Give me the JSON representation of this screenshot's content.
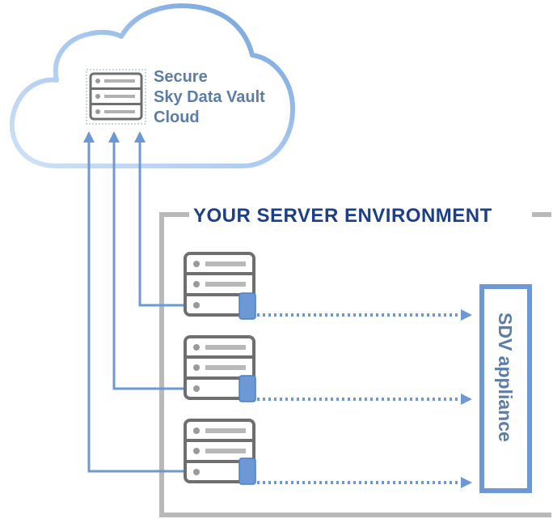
{
  "cloud": {
    "line1": "Secure",
    "line2": "Sky Data Vault",
    "line3": "Cloud"
  },
  "environment": {
    "title": "YOUR SERVER ENVIRONMENT"
  },
  "appliance": {
    "label": "SDV appliance"
  },
  "colors": {
    "accent": "#6d98d6",
    "cloud_stroke": "#8db4e6",
    "server_gray": "#6f6f6f",
    "frame_gray": "#b9b9b9",
    "title_blue": "#1c3f87",
    "label_blue": "#5b7da6"
  },
  "icons": {
    "cloud": "cloud-icon",
    "server": "server-icon"
  }
}
